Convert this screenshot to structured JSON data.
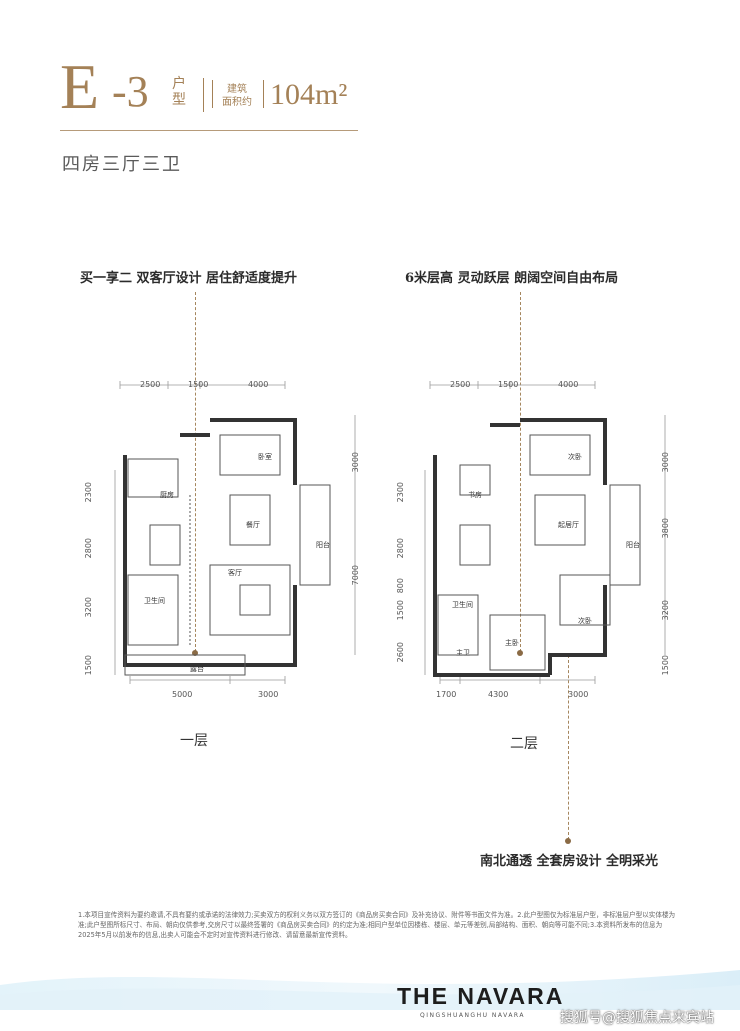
{
  "header": {
    "letter": "E",
    "number": "-3",
    "type_label": "户型",
    "area_label_1": "建筑",
    "area_label_2": "面积约",
    "area_value": "104m²",
    "subtitle": "四房三厅三卫"
  },
  "floor1": {
    "tagline": "买一享二 双客厅设计 居住舒适度提升",
    "label": "一层",
    "dims_top": [
      "2500",
      "1500",
      "4000"
    ],
    "dims_bottom": [
      "5000",
      "3000"
    ],
    "dims_left": [
      "2300",
      "2800",
      "3200",
      "1500"
    ],
    "dims_right": [
      "3000",
      "7000"
    ],
    "rooms": {
      "bedroom": "卧室",
      "kitchen": "厨房",
      "dining": "餐厅",
      "living": "客厅",
      "balcony": "阳台",
      "bathroom": "卫生间",
      "terrace": "露台"
    }
  },
  "floor2": {
    "tagline": "6米层高 灵动跃层 朗阔空间自由布局",
    "label": "二层",
    "dims_top": [
      "2500",
      "1500",
      "4000"
    ],
    "dims_bottom": [
      "1700",
      "4300",
      "3000"
    ],
    "dims_left": [
      "2300",
      "2800",
      "800",
      "1500",
      "2600"
    ],
    "dims_right": [
      "3000",
      "3800",
      "3200",
      "1500"
    ],
    "rooms": {
      "bedroom": "次卧",
      "study": "书房",
      "lounge": "起居厅",
      "balcony": "阳台",
      "bedroom2": "次卧",
      "master": "主卧",
      "bath": "卫生间",
      "bath2": "主卫"
    }
  },
  "bottom_tagline": "南北通透 全套房设计 全明采光",
  "disclaimer": "1.本项目宣传资料为要约邀请,不具有要约或承诺的法律效力;买卖双方的权利义务以双方签订的《商品房买卖合同》及补充协议、附件等书面文件为准。2.此户型图仅为标准层户型，非标准层户型以实体楼为准;此户型图所标尺寸、布局、朝向仅供参考,交房尺寸以最终签署的《商品房买卖合同》的约定为准;相同户型单位因楼栋、楼层、单元等差别,局部结构、面积、朝向等可能不同;3.本资料所发布的信息为2025年5月以前发布的信息,出卖人可能会不定时对宣传资料进行修改、请留意最新宣传资料。",
  "brand": "THE NAVARA",
  "brand_sub": "QINGSHUANGHU NAVARA",
  "watermark": "搜狐号@搜狐焦点来宾站"
}
